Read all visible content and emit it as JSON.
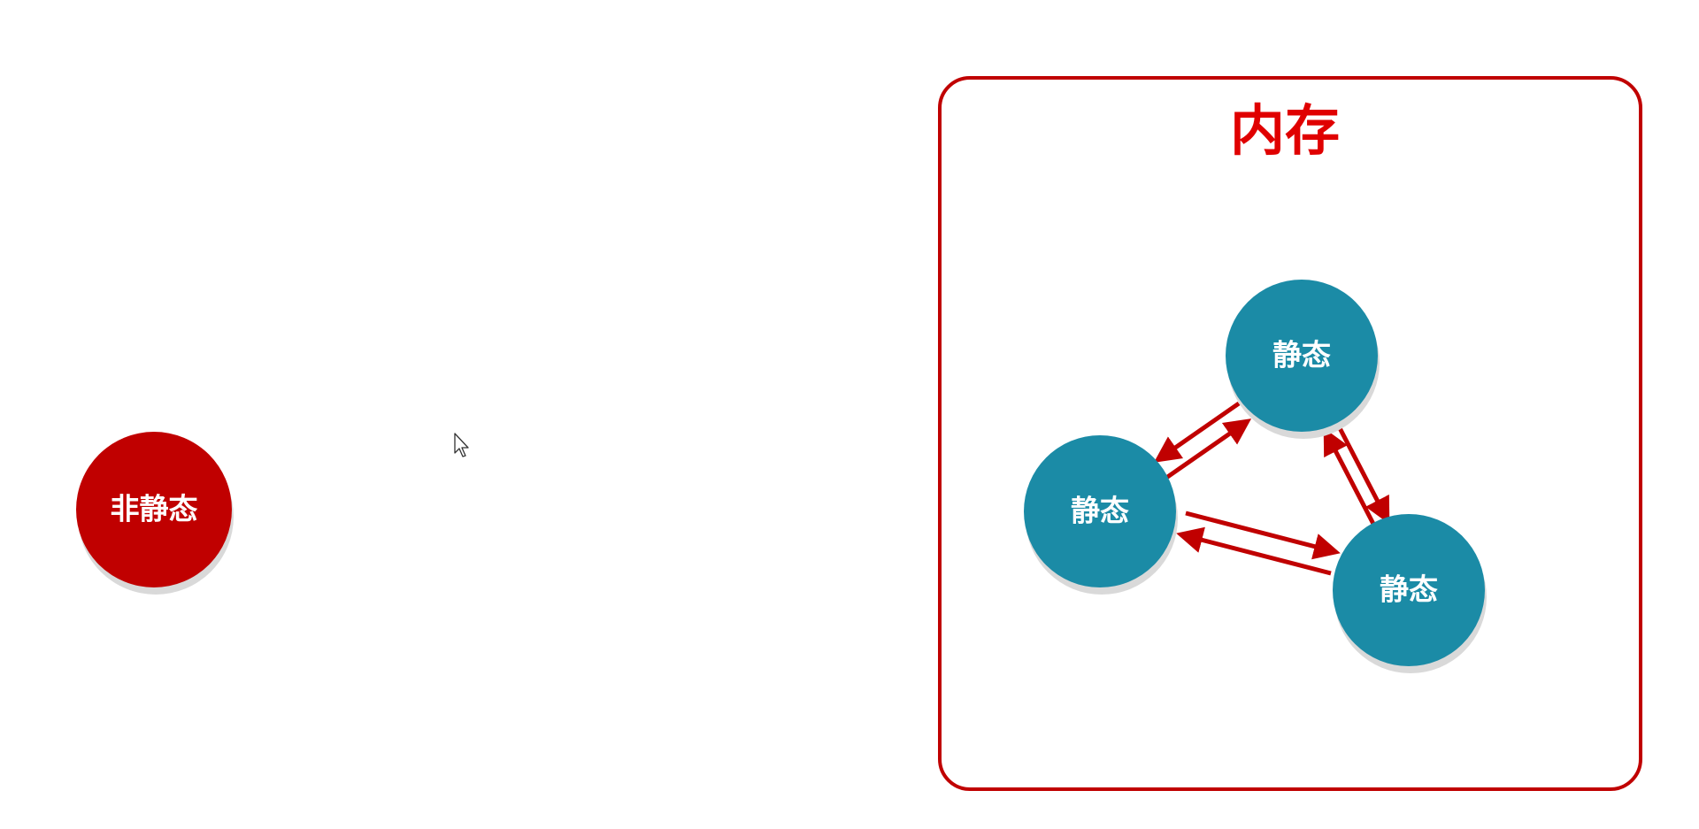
{
  "colors": {
    "background": "#ffffff",
    "accent_red": "#c00000",
    "title_red": "#e00000",
    "static_node": "#1b8ba6",
    "node_shadow": "#d9d9d9",
    "arrow": "#c00000"
  },
  "non_static_node": {
    "label": "非静态"
  },
  "memory_box": {
    "title": "内存",
    "nodes": [
      {
        "label": "静态"
      },
      {
        "label": "静态"
      },
      {
        "label": "静态"
      }
    ]
  },
  "cursor": {
    "icon": "mouse-pointer-icon"
  }
}
